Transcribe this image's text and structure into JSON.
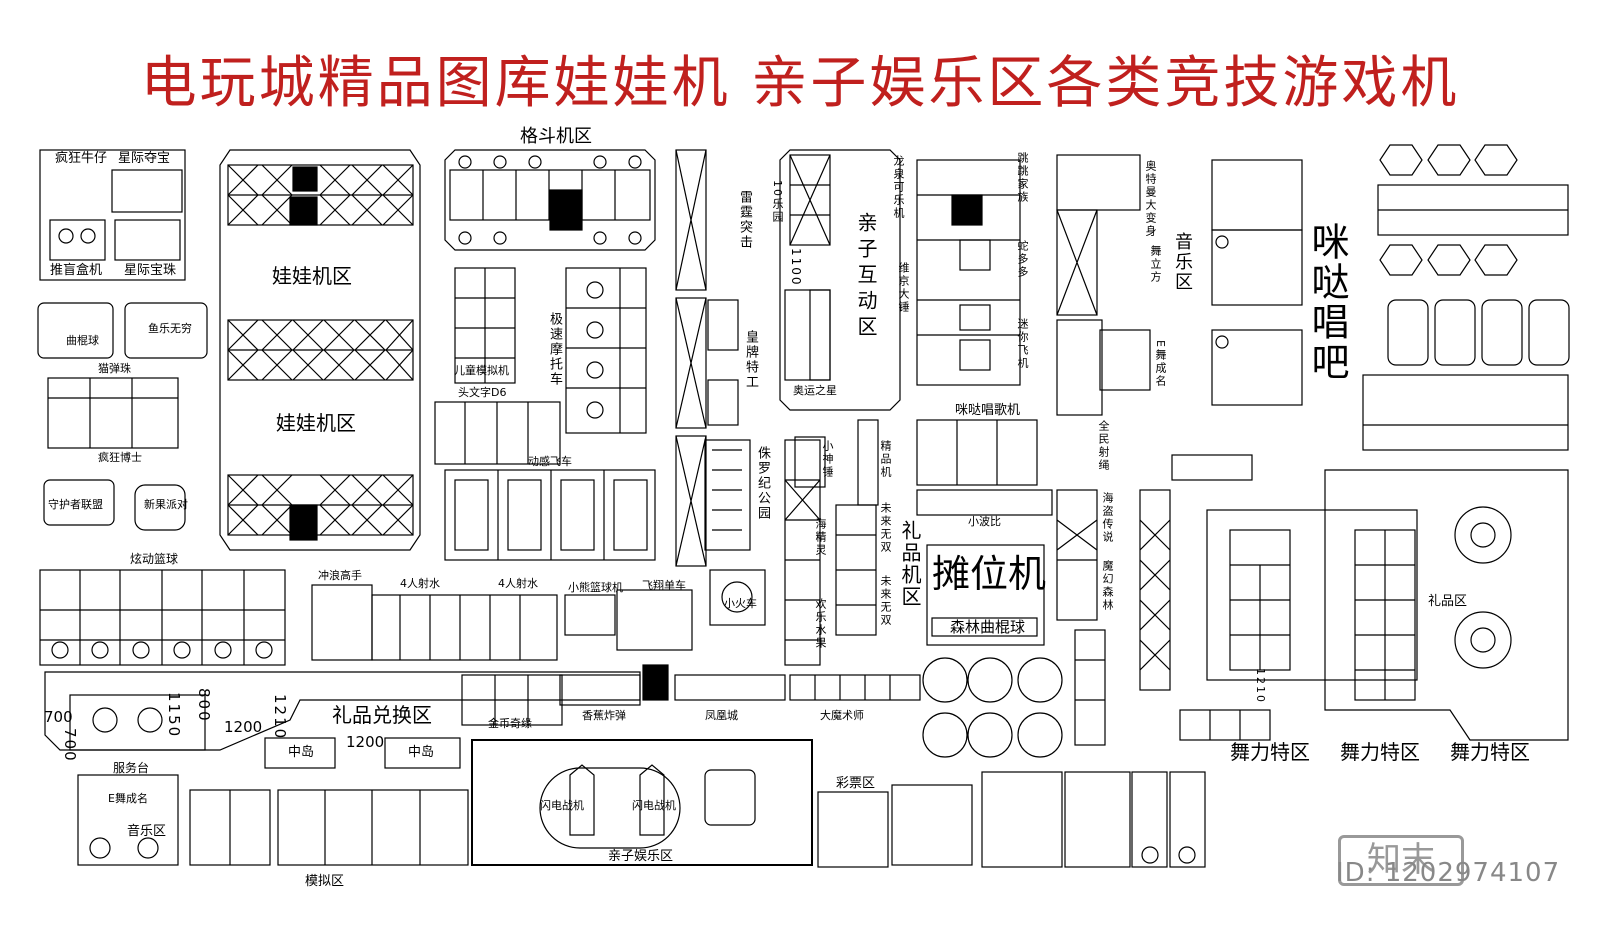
{
  "title": "电玩城精品图库娃娃机  亲子娱乐区各类竞技游戏机",
  "labels": {
    "crazy_cowboy": "疯狂牛仔",
    "star_treasure": "星际夺宝",
    "push_blind_box": "推盲盒机",
    "star_gem": "星际宝珠",
    "doll_zone_1": "娃娃机区",
    "doll_zone_2": "娃娃机区",
    "fighting_zone": "格斗机区",
    "thunder": "雷霆突击",
    "kids_drive": "儿童模拟机",
    "initial_d": "头文字D6",
    "speed_moto": "极速摩托车",
    "dynamic_fly": "动感飞车",
    "royal_agent": "皇牌特工",
    "jurassic": "侏罗纪公园",
    "ten_paradise": "10乐园",
    "parent_child": "亲子互动区",
    "olympic_star": "奥运之星",
    "dragon_spring": "龙泉可乐机",
    "vienna_hammer": "维京大锤",
    "jump_family": "跳跳家族",
    "snake": "蛇多多",
    "mini_fly": "迷你飞机",
    "ultraman": "奥特曼大变身",
    "dance_cube": "舞立方",
    "music_zone": "音乐区",
    "e_dance": "E舞成名",
    "mida_bar": "咪哒唱吧",
    "mida_machine": "咪哒唱歌机",
    "all_shoot": "全民射绳",
    "pirate": "海盗传说",
    "magic_forest": "魔幻森林",
    "hockey": "曲棍球",
    "fish_game": "鱼乐无穷",
    "cat_ball": "猫弹珠",
    "crazy_doctor": "疯狂博士",
    "guardian": "守护者联盟",
    "fruit_party": "新果派对",
    "basketball": "炫动篮球",
    "surf": "冲浪高手",
    "shoot4_a": "4人射水",
    "shoot4_b": "4人射水",
    "bear_basket": "小熊篮球机",
    "flying_bike": "飞翔单车",
    "small_train": "小火车",
    "small_hammer": "小神锤",
    "sea_spirit": "海精灵",
    "happy_fruit": "欢乐水果",
    "boutique": "精品机",
    "future_a": "未来无双",
    "future_b": "未来无双",
    "gift_zone_v": "礼品机区",
    "booth": "摊位机",
    "forest_hockey": "森林曲棍球",
    "small_wave": "小波比",
    "gold_coin": "金币奇缘",
    "popcorn": "香蕉炸弹",
    "phoenix": "凤凰城",
    "magician": "大魔术师",
    "gift_exchange": "礼品兑换区",
    "service_desk": "服务台",
    "island_1": "中岛",
    "island_2": "中岛",
    "dim_700a": "700",
    "dim_700b": "700",
    "dim_1150": "1150",
    "dim_800": "800",
    "dim_1200a": "1200",
    "dim_1210a": "1210",
    "dim_1200b": "1200",
    "dim_1100": "1100",
    "dim_1210b": "1210",
    "e_dance_sign": "E舞成名",
    "music_zone_2": "音乐区",
    "sim_zone": "模拟区",
    "lightning_1": "闪电战机",
    "lightning_2": "闪电战机",
    "parent_fun": "亲子娱乐区",
    "lottery": "彩票区",
    "gift_zone": "礼品区",
    "dance_a": "舞力特区",
    "dance_b": "舞力特区",
    "dance_c": "舞力特区",
    "watermark": "知末",
    "id_text": "ID: 1202974107"
  }
}
